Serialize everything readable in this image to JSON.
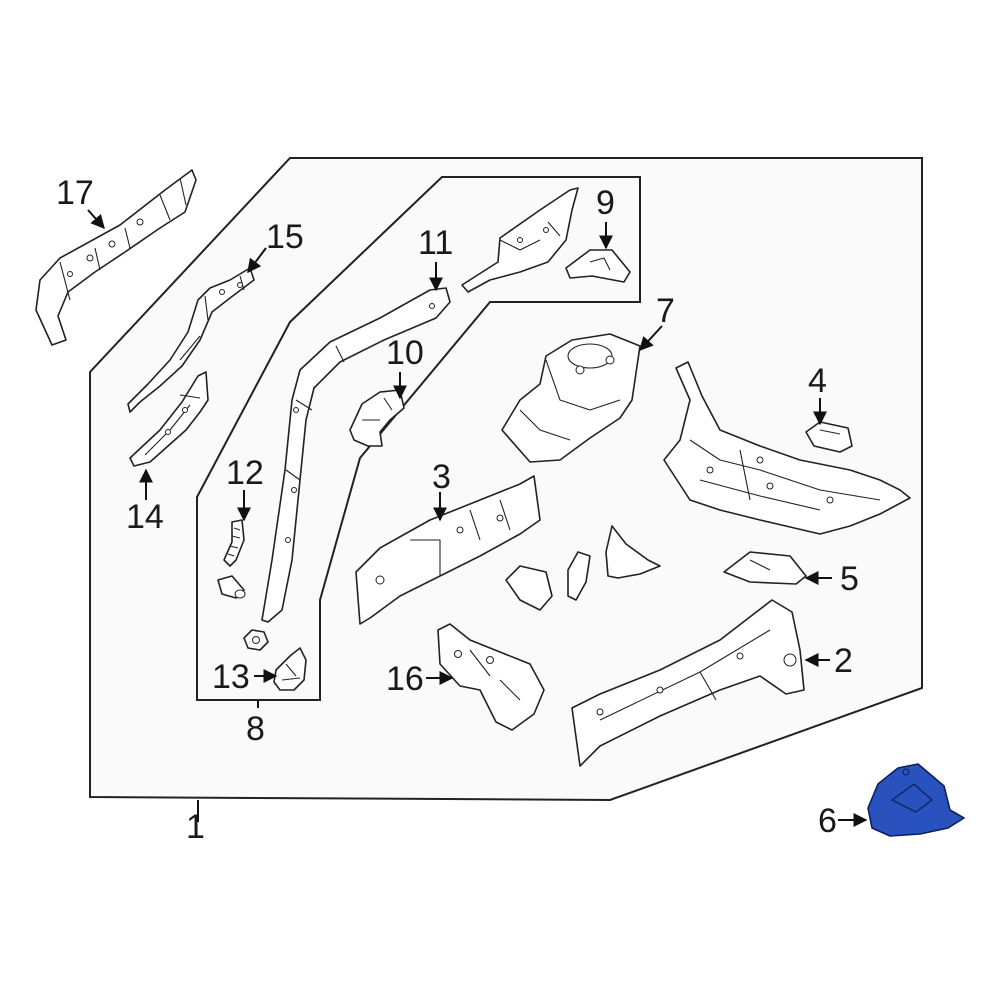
{
  "highlight_color": "#2a52be",
  "callouts": {
    "c1": "1",
    "c2": "2",
    "c3": "3",
    "c4": "4",
    "c5": "5",
    "c6": "6",
    "c7": "7",
    "c8": "8",
    "c9": "9",
    "c10": "10",
    "c11": "11",
    "c12": "12",
    "c13": "13",
    "c14": "14",
    "c15": "15",
    "c16": "16",
    "c17": "17"
  }
}
